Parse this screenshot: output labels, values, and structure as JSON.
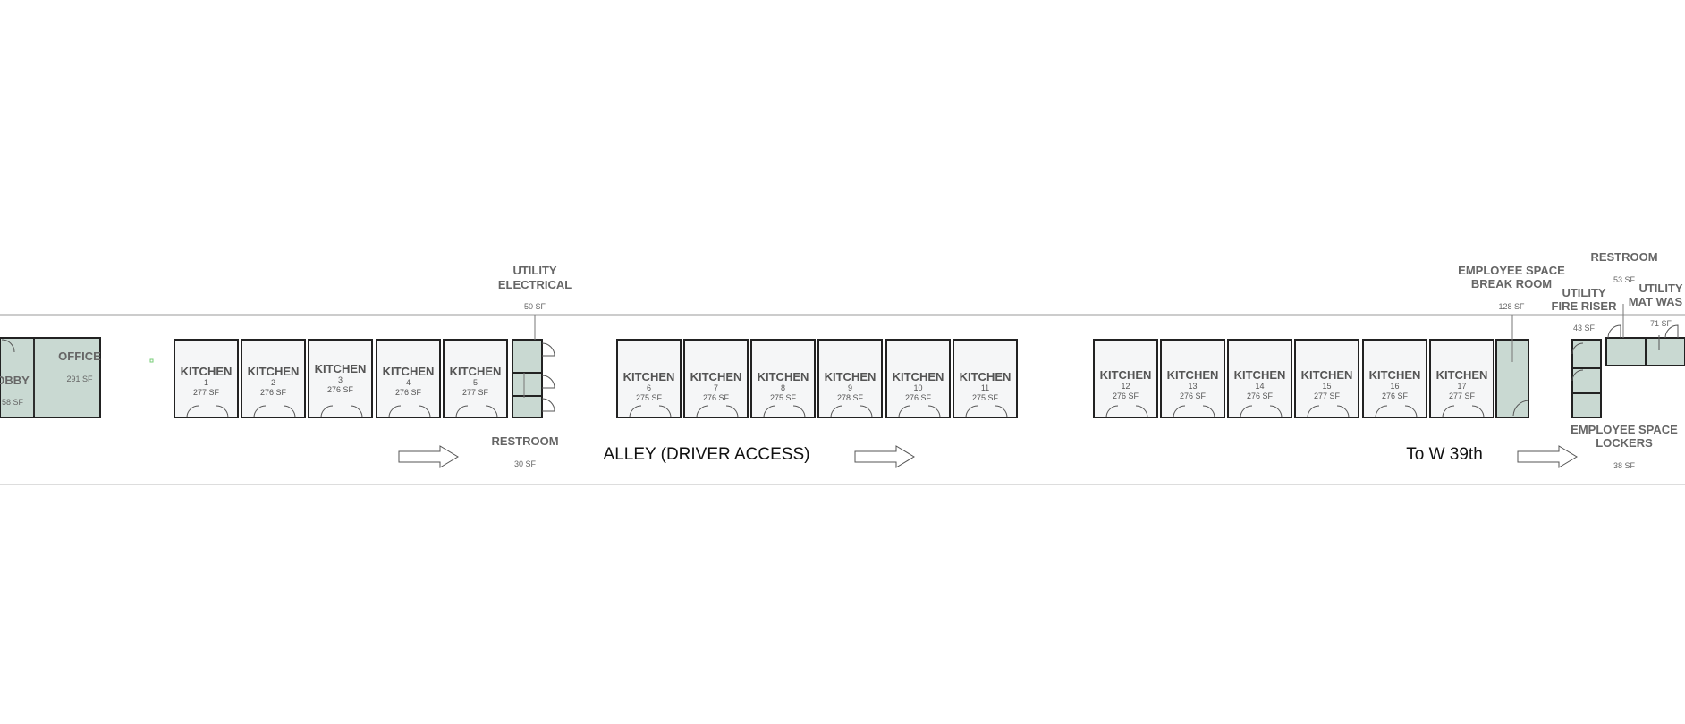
{
  "kitchens": [
    {
      "title": "KITCHEN",
      "number": "1",
      "area": "277 SF"
    },
    {
      "title": "KITCHEN",
      "number": "2",
      "area": "276 SF"
    },
    {
      "title": "KITCHEN",
      "number": "3",
      "area": "276 SF"
    },
    {
      "title": "KITCHEN",
      "number": "4",
      "area": "276 SF"
    },
    {
      "title": "KITCHEN",
      "number": "5",
      "area": "277 SF"
    },
    {
      "title": "KITCHEN",
      "number": "6",
      "area": "275 SF"
    },
    {
      "title": "KITCHEN",
      "number": "7",
      "area": "276 SF"
    },
    {
      "title": "KITCHEN",
      "number": "8",
      "area": "275 SF"
    },
    {
      "title": "KITCHEN",
      "number": "9",
      "area": "278 SF"
    },
    {
      "title": "KITCHEN",
      "number": "10",
      "area": "276 SF"
    },
    {
      "title": "KITCHEN",
      "number": "11",
      "area": "275 SF"
    },
    {
      "title": "KITCHEN",
      "number": "12",
      "area": "276 SF"
    },
    {
      "title": "KITCHEN",
      "number": "13",
      "area": "276 SF"
    },
    {
      "title": "KITCHEN",
      "number": "14",
      "area": "276 SF"
    },
    {
      "title": "KITCHEN",
      "number": "15",
      "area": "277 SF"
    },
    {
      "title": "KITCHEN",
      "number": "16",
      "area": "276 SF"
    },
    {
      "title": "KITCHEN",
      "number": "17",
      "area": "277 SF"
    }
  ],
  "rooms": {
    "lobby": {
      "label": "OBBY",
      "area": "58 SF"
    },
    "office": {
      "label": "OFFICE",
      "area": "291 SF"
    },
    "utility_electrical": {
      "label_1": "UTILITY",
      "label_2": "ELECTRICAL",
      "area": "50 SF"
    },
    "restroom_left": {
      "label": "RESTROOM",
      "area": "30 SF"
    },
    "break_room": {
      "label_1": "EMPLOYEE SPACE",
      "label_2": "BREAK ROOM",
      "area": "128 SF"
    },
    "restroom_right": {
      "label": "RESTROOM",
      "area": "53 SF"
    },
    "fire_riser": {
      "label_1": "UTILITY",
      "label_2": "FIRE RISER",
      "area": "43 SF"
    },
    "mat_wash": {
      "label_1": "UTILITY",
      "label_2": "MAT WAS",
      "area": "71 SF"
    },
    "lockers": {
      "label_1": "EMPLOYEE SPACE",
      "label_2": "LOCKERS",
      "area": "38 SF"
    }
  },
  "alley": {
    "label": "ALLEY (DRIVER ACCESS)",
    "street": "To W 39th"
  },
  "icons": {
    "arrow": "right-arrow-icon",
    "door": "door-swing-icon"
  },
  "colors": {
    "utility_fill": "#c9d9d2",
    "kitchen_fill": "#f5f6f7",
    "wall": "#222222",
    "label": "#666666"
  }
}
